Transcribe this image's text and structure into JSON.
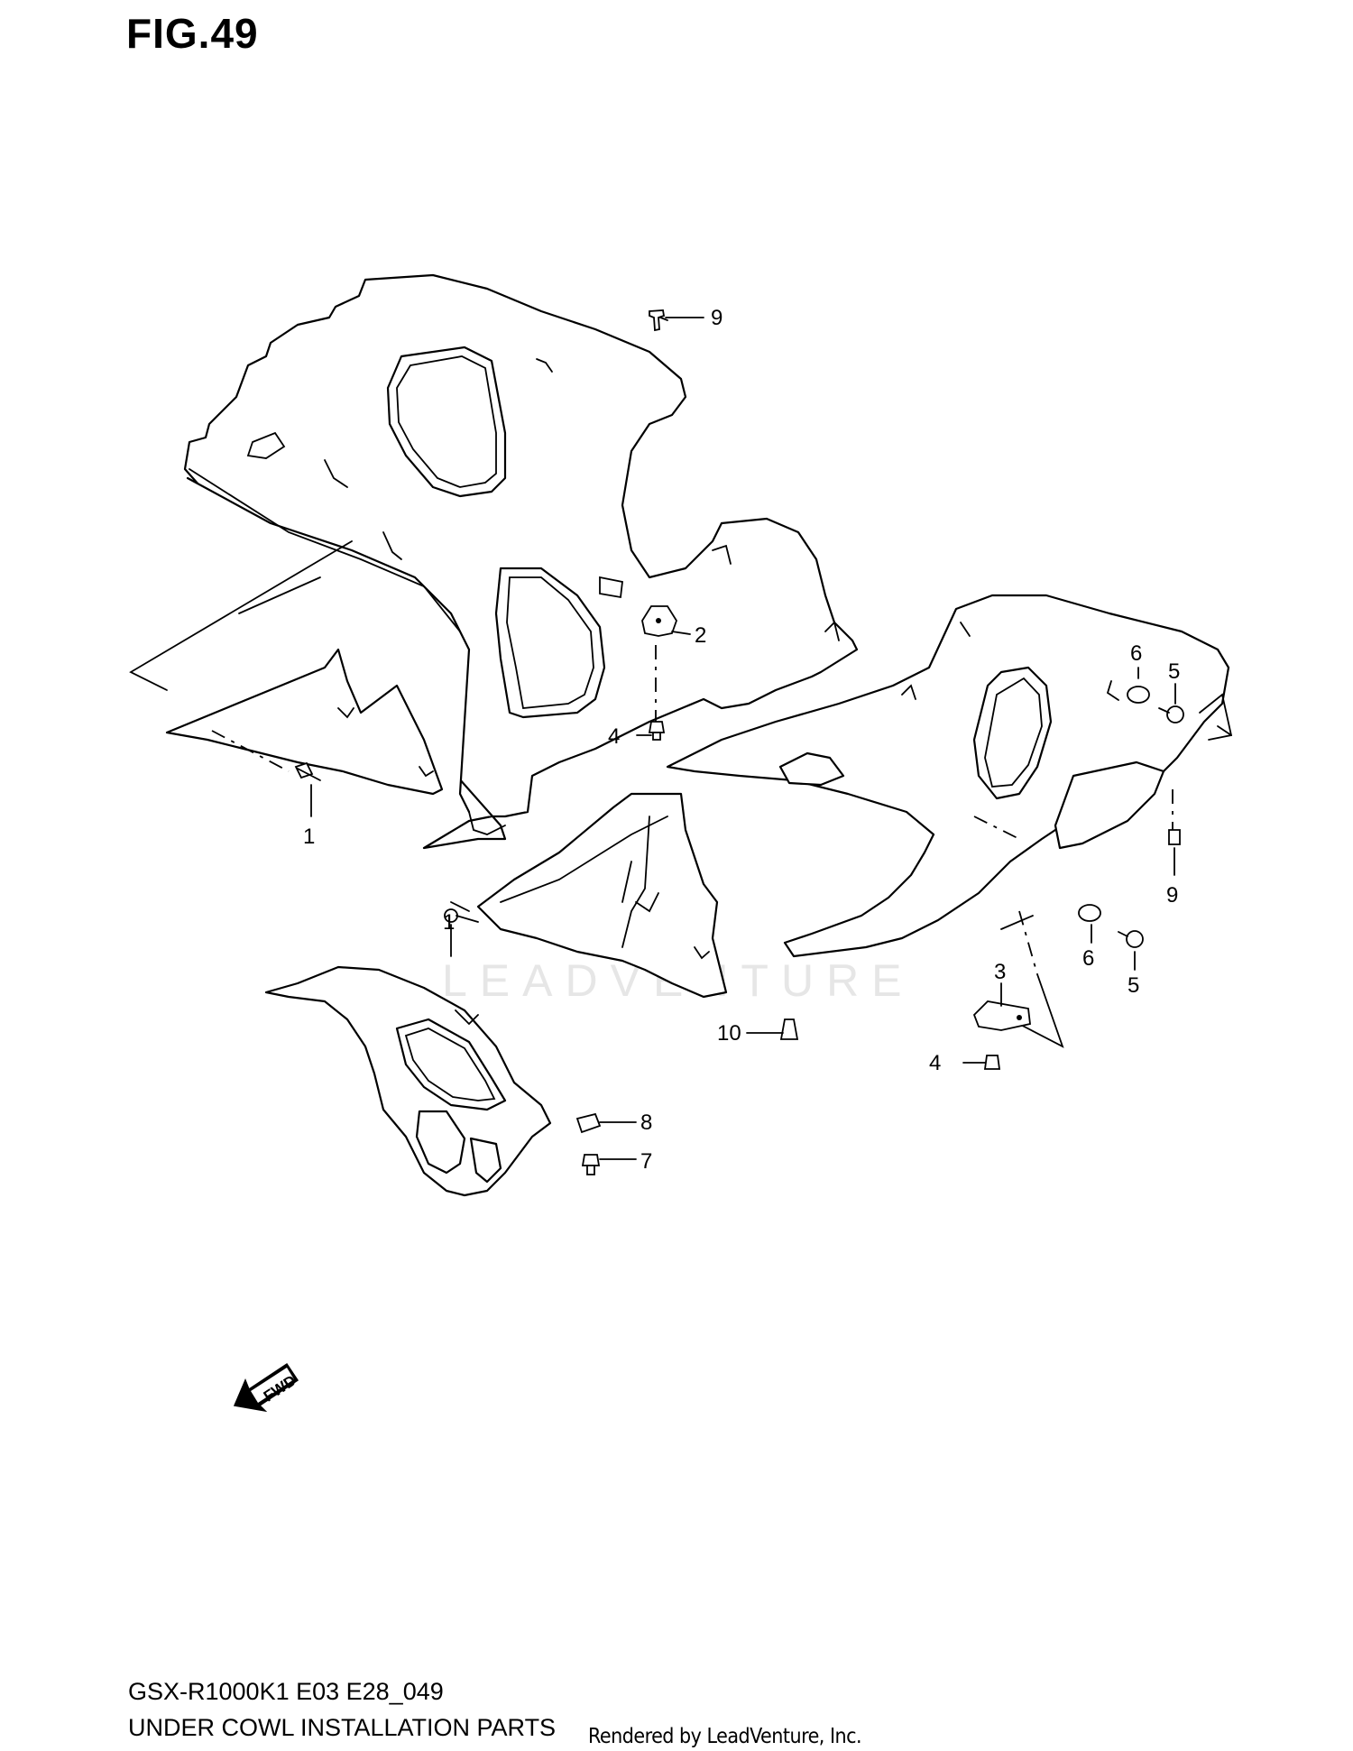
{
  "figure": {
    "title": "FIG.49"
  },
  "watermark": "LEADVENTURE",
  "fwd_label": "FWD",
  "callouts": [
    {
      "id": "c9-top",
      "label": "9"
    },
    {
      "id": "c2",
      "label": "2"
    },
    {
      "id": "c4-mid",
      "label": "4"
    },
    {
      "id": "c1-left",
      "label": "1"
    },
    {
      "id": "c1-mid",
      "label": "1"
    },
    {
      "id": "c6-top",
      "label": "6"
    },
    {
      "id": "c5-top",
      "label": "5"
    },
    {
      "id": "c9-right",
      "label": "9"
    },
    {
      "id": "c6-low",
      "label": "6"
    },
    {
      "id": "c5-low",
      "label": "5"
    },
    {
      "id": "c3",
      "label": "3"
    },
    {
      "id": "c10",
      "label": "10"
    },
    {
      "id": "c4-low",
      "label": "4"
    },
    {
      "id": "c8",
      "label": "8"
    },
    {
      "id": "c7",
      "label": "7"
    }
  ],
  "footer": {
    "code": "GSX-R1000K1 E03 E28_049",
    "caption": "UNDER COWL INSTALLATION PARTS",
    "rendered_by": "Rendered by LeadVenture, Inc."
  }
}
